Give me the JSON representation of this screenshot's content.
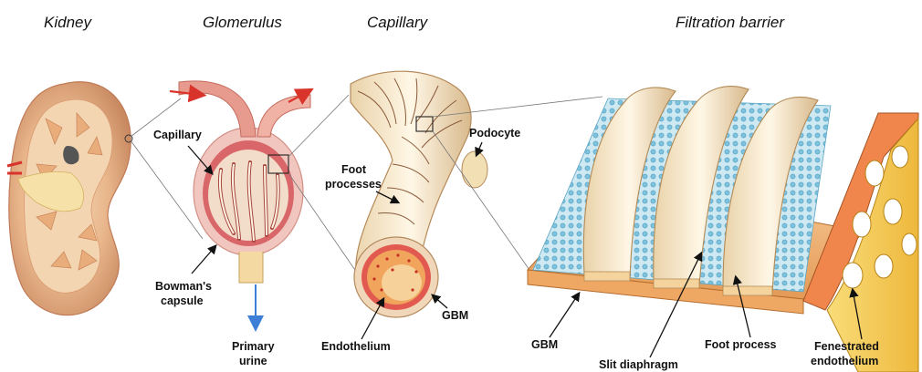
{
  "titles": {
    "kidney": "Kidney",
    "glomerulus": "Glomerulus",
    "capillary": "Capillary",
    "filtration_barrier": "Filtration barrier"
  },
  "labels": {
    "capillary": "Capillary",
    "bowmans_capsule_1": "Bowman's",
    "bowmans_capsule_2": "capsule",
    "primary_urine_1": "Primary",
    "primary_urine_2": "urine",
    "podocyte": "Podocyte",
    "foot_processes_1": "Foot",
    "foot_processes_2": "processes",
    "endothelium": "Endothelium",
    "gbm_capillary": "GBM",
    "gbm_barrier": "GBM",
    "slit_diaphragm": "Slit diaphragm",
    "foot_process": "Foot process",
    "fenestrated_endothelium_1": "Fenestrated",
    "fenestrated_endothelium_2": "endothelium"
  },
  "colors": {
    "kidney_cortex": "#e8b48a",
    "kidney_medulla": "#f3d7b5",
    "pelvis": "#f6e2a8",
    "artery_red": "#d8342c",
    "capsule_pink": "#f1c6bf",
    "podocyte_cream": "#f4e4c4",
    "gbm_orange": "#f4b777",
    "slit_blue": "#8ecde4",
    "endothelium_yellow": "#f6cf55",
    "urine_arrow": "#3d7fd6"
  }
}
